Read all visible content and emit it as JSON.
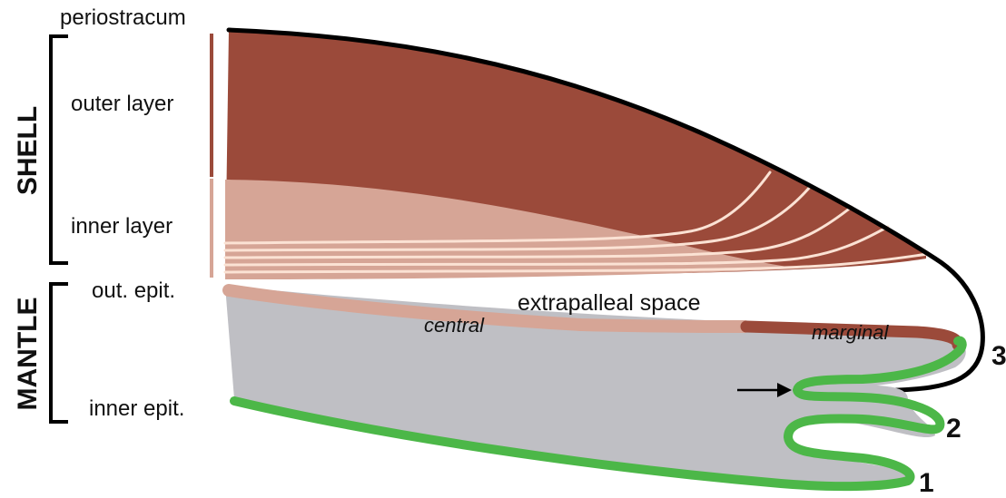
{
  "labels": {
    "periostracum": "periostracum",
    "outer_layer": "outer layer",
    "inner_layer": "inner layer",
    "out_epit": "out. epit.",
    "inner_epit": "inner epit.",
    "extrapalleal_space": "extrapalleal space",
    "central": "central",
    "marginal": "marginal",
    "shell": "SHELL",
    "mantle": "MANTLE",
    "fold_1": "1",
    "fold_2": "2",
    "fold_3": "3"
  },
  "colors": {
    "outer_layer": "#9b4a3a",
    "inner_layer": "#d6a596",
    "inner_layer_lines": "#fbe2d4",
    "mantle_tissue": "#bfbfc4",
    "central_epithelium": "#d6a596",
    "marginal_epithelium": "#9b4a3a",
    "inner_epithelium": "#4cb748",
    "periostracum": "#000000"
  }
}
